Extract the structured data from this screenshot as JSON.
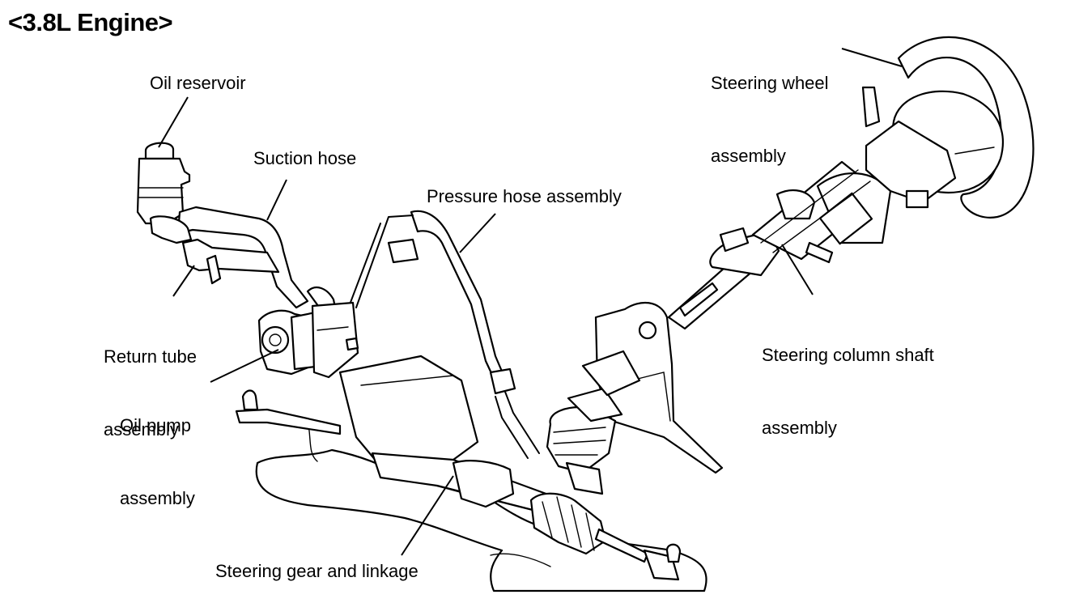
{
  "title": "<3.8L Engine>",
  "labels": {
    "oil_reservoir": "Oil reservoir",
    "suction_hose": "Suction hose",
    "pressure_hose": "Pressure hose assembly",
    "steering_wheel_1": "Steering wheel",
    "steering_wheel_2": "assembly",
    "return_tube_1": "Return tube",
    "return_tube_2": "assembly",
    "oil_pump_1": "Oil pump",
    "oil_pump_2": "assembly",
    "column_shaft_1": "Steering column shaft",
    "column_shaft_2": "assembly",
    "steering_gear": "Steering gear and linkage"
  }
}
